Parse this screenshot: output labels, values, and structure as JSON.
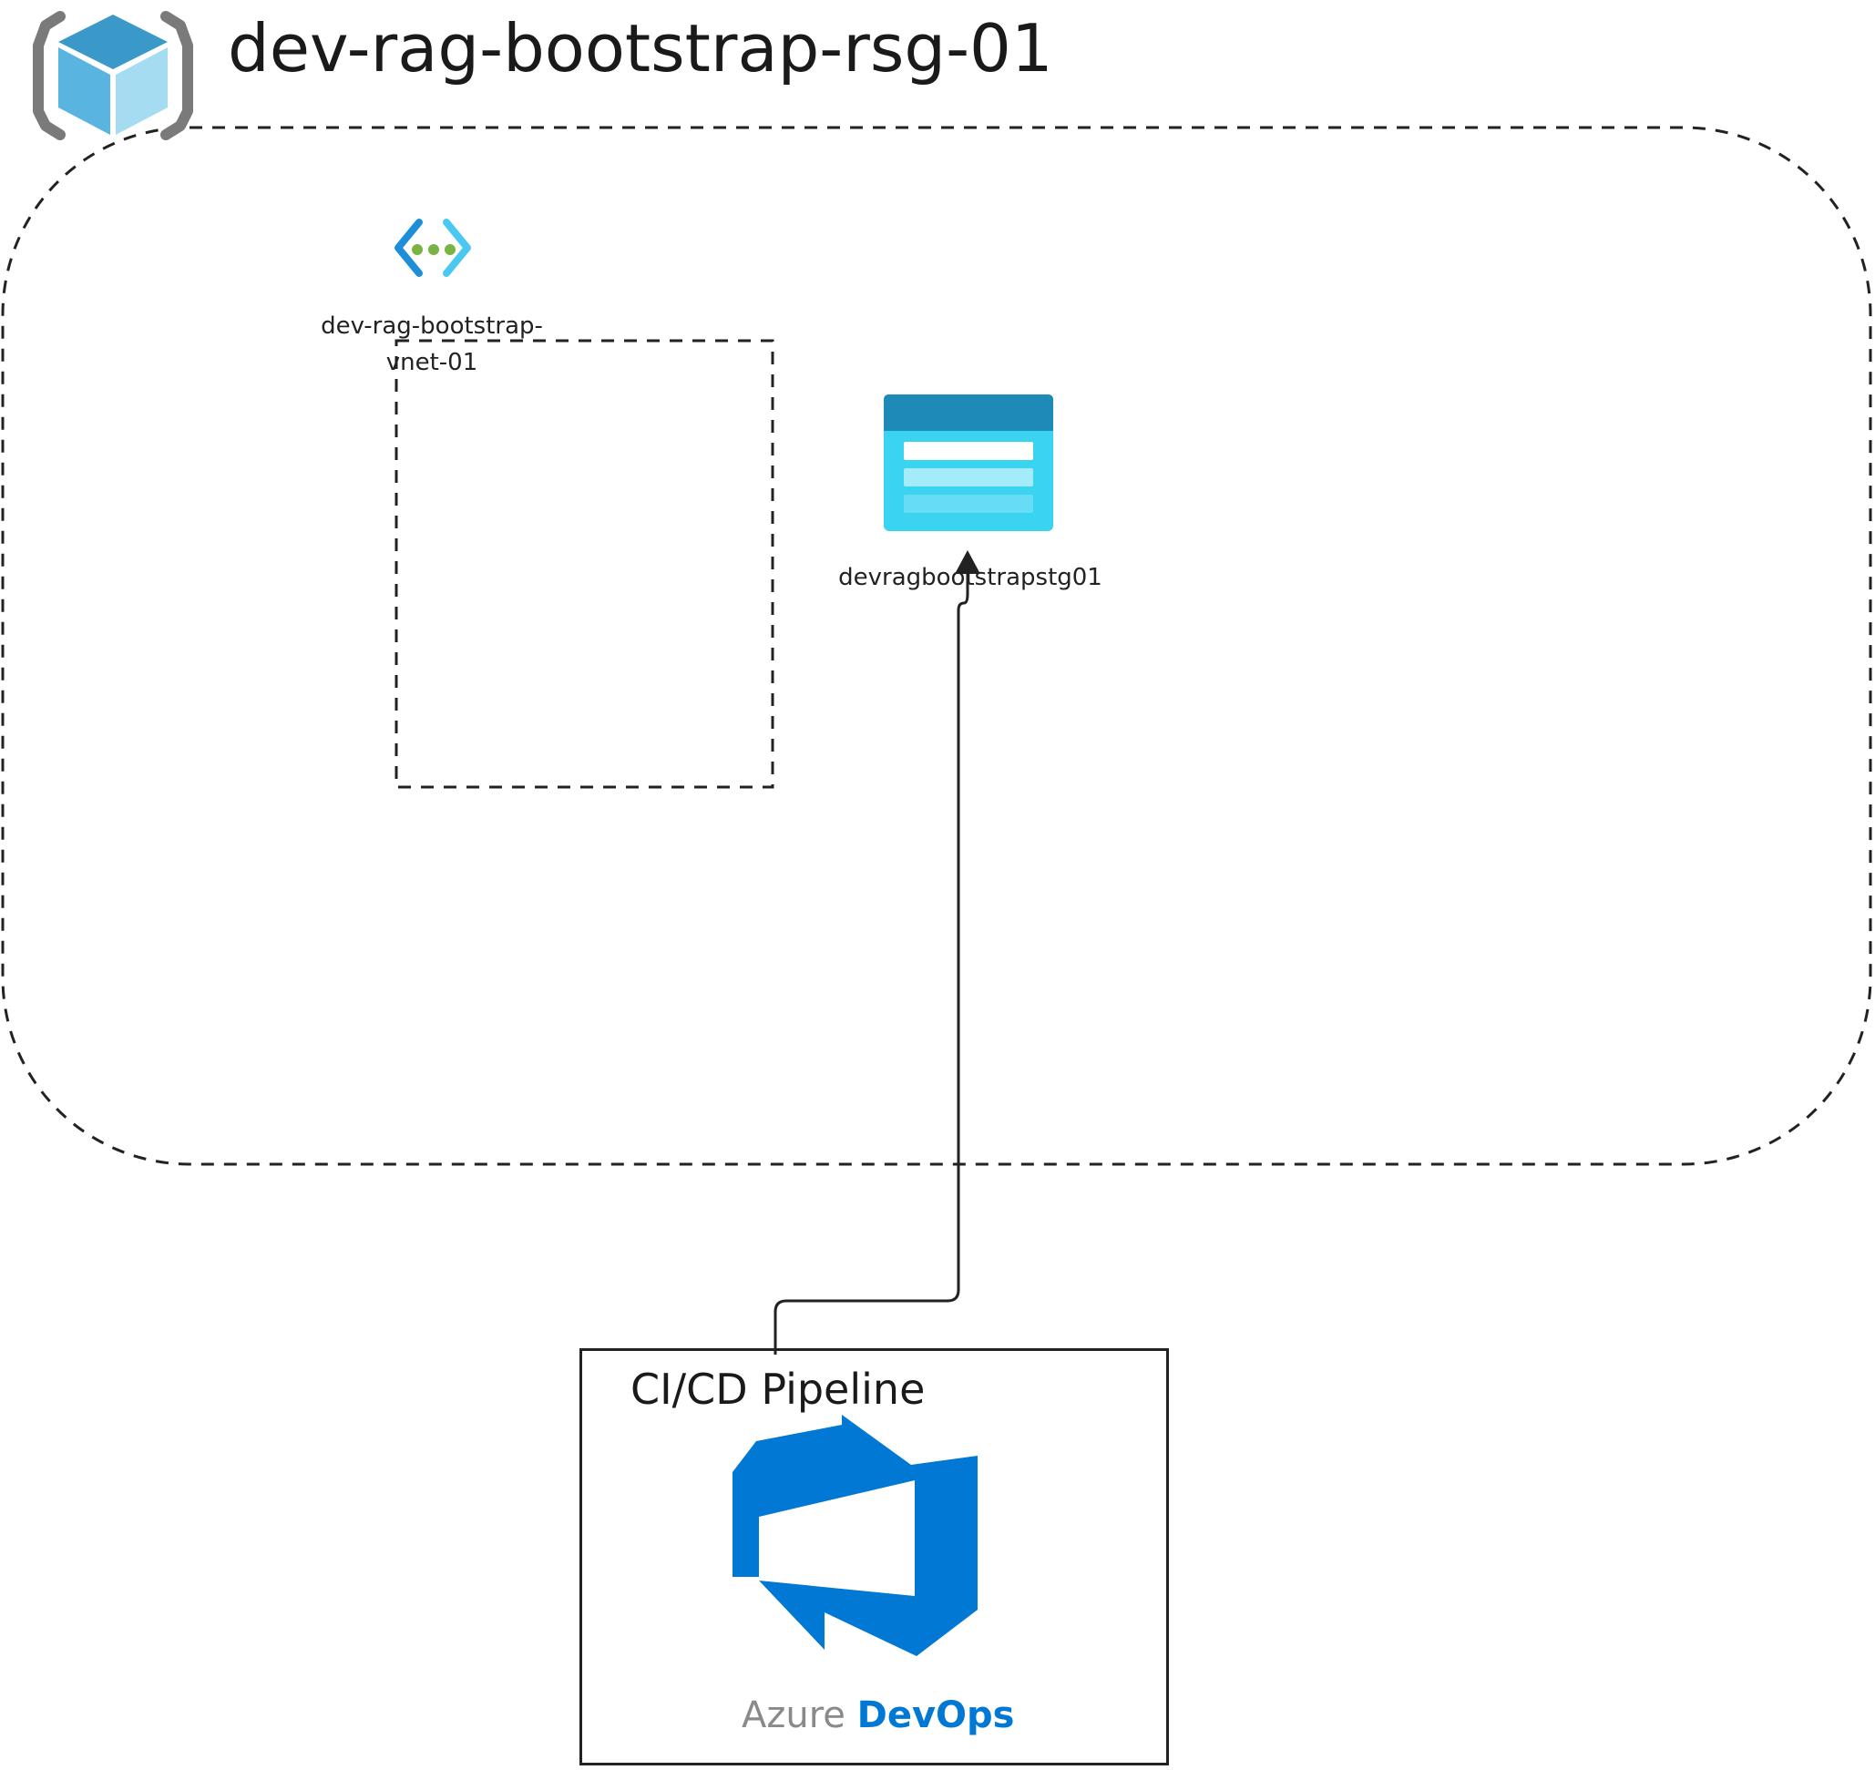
{
  "resource_group": {
    "title": "dev-rag-bootstrap-rsg-01",
    "icon": "resource-group-cube-icon"
  },
  "vnet": {
    "label": "dev-rag-bootstrap-vnet-01",
    "icon": "virtual-network-icon"
  },
  "storage": {
    "label": "devragbootstrapstg01",
    "icon": "storage-account-icon"
  },
  "pipeline": {
    "title": "CI/CD Pipeline",
    "logo_icon": "azure-devops-logo-icon",
    "brand_azure": "Azure",
    "brand_devops": "DevOps"
  },
  "connection": {
    "from": "CI/CD Pipeline",
    "to": "devragbootstrapstg01"
  },
  "colors": {
    "azure_blue": "#0078d4",
    "storage_header": "#1e8ab8",
    "storage_body": "#3ad4f0",
    "line": "#222222"
  }
}
